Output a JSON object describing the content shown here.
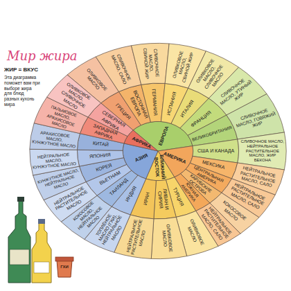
{
  "diagram": {
    "title": "Мир жира",
    "nodes": [
      {
        "text": [
          "ЕВРОПА"
        ]
      },
      {
        "text": [
          "АМЕРИКА"
        ]
      },
      {
        "text": [
          "БЛИЖНИЙ ВОСТОК"
        ]
      },
      {
        "text": [
          "АЗИЯ"
        ]
      },
      {
        "text": [
          "АФРИКА"
        ]
      },
      {
        "text": [
          "ГРЕЦИЯ"
        ]
      },
      {
        "text": [
          "ОЛИВКОВОЕ МАСЛО"
        ]
      },
      {
        "text": [
          "ВОСТОЧНАЯ ЕВРОПА"
        ]
      },
      {
        "text": [
          "СЛИВОЧНОЕ МАСЛО, САЛО"
        ]
      },
      {
        "text": [
          "ГЕРМАНИЯ"
        ]
      },
      {
        "text": [
          "СЛИВОЧНОЕ МАСЛО, СВИНОЙ ЖИР"
        ]
      },
      {
        "text": [
          "ИСПАНИЯ"
        ]
      },
      {
        "text": [
          "ОЛИВКОВОЕ МАСЛО, СВИНОЙ ЖИР"
        ]
      },
      {
        "text": [
          "ИТАЛИЯ"
        ]
      },
      {
        "text": [
          "ОЛИВКОВОЕ МАСЛО, СЛИВОЧНОЕ МАСЛО"
        ]
      },
      {
        "text": [
          "ФРАНЦИЯ"
        ]
      },
      {
        "text": [
          "СЛИВОЧНОЕ МАСЛО, УТИНЫЙ ЖИР"
        ]
      },
      {
        "text": [
          "ВЕЛИКОБРИТАНИЯ"
        ]
      },
      {
        "text": [
          "СЛИВОЧНОЕ МАСЛО, ГОВЯЖИЙ ЖИР"
        ]
      },
      {
        "text": [
          "США И КАНАДА"
        ]
      },
      {
        "text": [
          "СЛИВОЧНОЕ МАСЛО, НЕЙТРАЛЬНОЕ РАСТИТЕЛЬНОЕ МАСЛО, ЖИР БЕКОНА"
        ]
      },
      {
        "text": [
          "МЕКСИКА"
        ]
      },
      {
        "text": [
          "НЕЙТРАЛЬНОЕ РАСТИТЕЛЬНОЕ МАСЛО, САЛО"
        ]
      },
      {
        "text": [
          "ЦЕНТРАЛЬНАЯ АМЕРИКА"
        ]
      },
      {
        "text": [
          "НЕЙТРАЛЬНОЕ РАСТИТЕЛЬНОЕ МАСЛО, САЛО"
        ]
      },
      {
        "text": [
          "КАРИБСКИЕ ОСТРОВА"
        ]
      },
      {
        "text": [
          "КОКОСОВОЕ МАСЛО"
        ]
      },
      {
        "text": [
          "ЮЖНАЯ АМЕРИКА"
        ]
      },
      {
        "text": [
          "НЕЙТРАЛЬНОЕ РАСТИТЕЛЬНОЕ МАСЛО, САЛО"
        ]
      },
      {
        "text": [
          "ТУРЦИЯ"
        ]
      },
      {
        "text": [
          "ОЛИВКОВОЕ МАСЛО"
        ]
      },
      {
        "text": [
          "ЛИВАН И СИРИЯ"
        ]
      },
      {
        "text": [
          "ОЛИВКОВОЕ МАСЛО"
        ]
      },
      {
        "text": [
          "ИРАН"
        ]
      },
      {
        "text": [
          "НЕЙТРАЛЬНОЕ РАСТИТЕЛЬНОЕ МАСЛО"
        ]
      },
      {
        "text": [
          "ИНДИЯ"
        ]
      },
      {
        "text": [
          "ТОПЛЁНОЕ МАСЛО (ГХИ), НЕЙТРАЛЬНОЕ МАСЛО"
        ]
      },
      {
        "text": [
          "ТАИЛАНД"
        ]
      },
      {
        "text": [
          "КОКОСОВОЕ МАСЛО, НЕЙТРАЛЬНОЕ МАСЛО"
        ]
      },
      {
        "text": [
          "ВЬЕТНАМ"
        ]
      },
      {
        "text": [
          "НЕЙТРАЛЬНОЕ РАСТИТЕЛЬНОЕ МАСЛО"
        ]
      },
      {
        "text": [
          "КОРЕЯ"
        ]
      },
      {
        "text": [
          "КУНЖУТНОЕ МАСЛО, НЕЙТРАЛЬНОЕ МАСЛО"
        ]
      },
      {
        "text": [
          "ЯПОНИЯ"
        ]
      },
      {
        "text": [
          "НЕЙТРАЛЬНОЕ МАСЛО, КУНЖУТНОЕ МАСЛО"
        ]
      },
      {
        "text": [
          "КИТАЙ"
        ]
      },
      {
        "text": [
          "АРАХИСОВОЕ МАСЛО, КУНЖУТНОЕ МАСЛО"
        ]
      },
      {
        "text": [
          "ЗАПАДНАЯ АФРИКА"
        ]
      },
      {
        "text": [
          "ПАЛЬМОВОЕ МАСЛО, АРАХИСОВОЕ МАСЛО"
        ]
      },
      {
        "text": [
          "СЕВЕРНАЯ АФРИКА"
        ]
      },
      {
        "text": [
          "ОЛИВКОВОЕ МАСЛО, СЛИВОЧНОЕ МАСЛО"
        ]
      }
    ],
    "labels": [
      "ЖИР = ВКУС",
      "Эта диаграмма поможет вам при выборе жира для блюд разных кухонь мира",
      "ГХИ"
    ]
  }
}
